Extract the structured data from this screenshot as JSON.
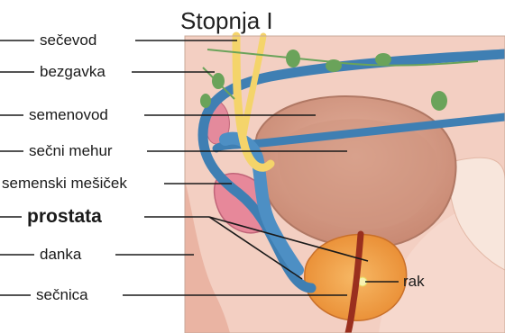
{
  "title": "Stopnja I",
  "labels": {
    "secevod": "sečevod",
    "bezgavka": "bezgavka",
    "semenovod": "semenovod",
    "secni_mehur": "sečni mehur",
    "semenski_micek": "semenski mešiček",
    "prostata": "prostata",
    "danka": "danka",
    "secnica": "sečnica",
    "rak": "rak"
  },
  "colors": {
    "tissue_pink": "#f2c7b8",
    "bladder": "#d9a08c",
    "prostate": "#f0a24a",
    "vessel_blue": "#3f7fb3",
    "ureter_yellow": "#f4d46a",
    "node_green": "#6aa35a",
    "urethra": "#9a2f1e"
  }
}
